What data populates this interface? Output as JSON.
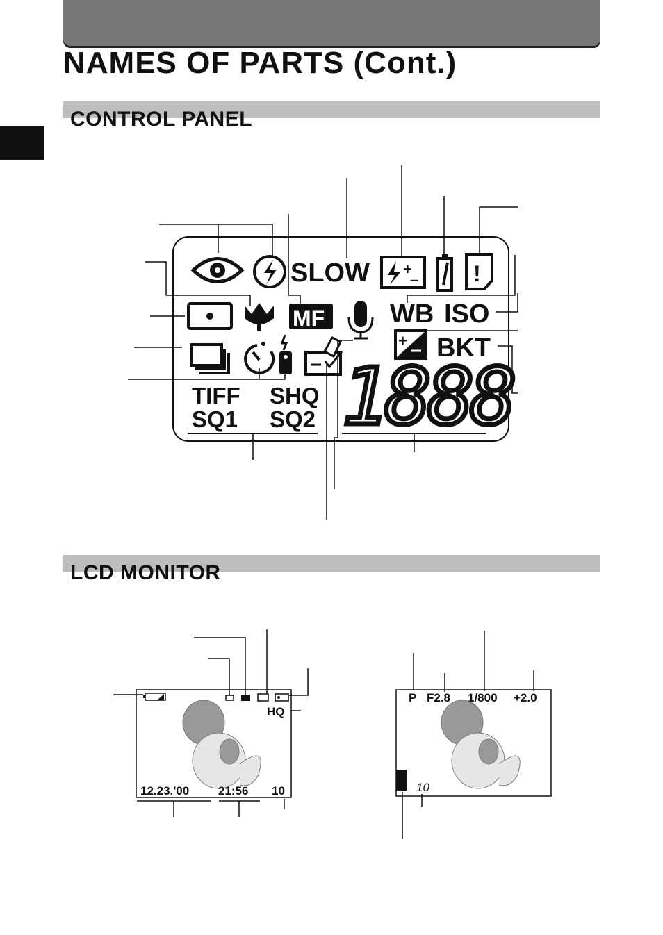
{
  "header": {
    "title": "NAMES OF PARTS (Cont.)"
  },
  "sections": {
    "control_panel": "CONTROL PANEL",
    "lcd_monitor": "LCD MONITOR"
  },
  "control_panel": {
    "slow": "SLOW",
    "mf": "MF",
    "wb": "WB",
    "iso": "ISO",
    "bkt": "BKT",
    "tiff": "TIFF",
    "shq": "SHQ",
    "sq1": "SQ1",
    "sq2": "SQ2",
    "counter": "1888",
    "card_warning": "!"
  },
  "lcd_left": {
    "quality": "HQ",
    "date": "12.23.'00",
    "time": "21:56",
    "frames": "10"
  },
  "lcd_right": {
    "mode": "P",
    "aperture": "F2.8",
    "shutter": "1/800",
    "exposure": "+2.0",
    "frames": "10"
  },
  "icons": [
    "red-eye-icon",
    "flash-off-icon",
    "flash-compensation-icon",
    "battery-icon",
    "card-warning-icon",
    "spot-metering-icon",
    "macro-icon",
    "microphone-icon",
    "exposure-compensation-icon",
    "sequential-icon",
    "self-timer-icon",
    "remote-icon",
    "write-icon",
    "print-icon",
    "sound-icon",
    "protect-icon",
    "dog-image"
  ]
}
